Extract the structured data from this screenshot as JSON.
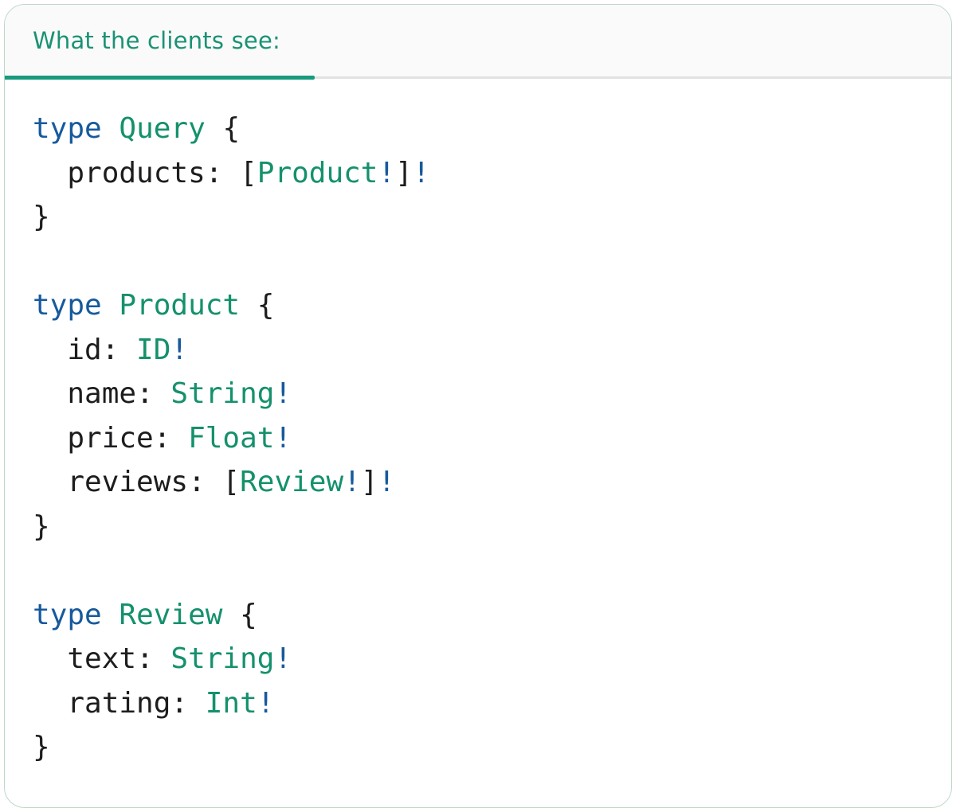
{
  "header": {
    "tab_label": "What the clients see:"
  },
  "theme": {
    "tab_text": "#1a9274",
    "tab_underline": "#189a7c",
    "tab_bar_bg": "#fafafa",
    "divider": "#e2e2e2",
    "card_border": "#bcd9c6",
    "card_bg": "#ffffff",
    "code_keyword": "#175a9c",
    "code_type": "#14916c",
    "code_bang": "#175a9c",
    "code_plain": "#1d1d1f"
  },
  "code": {
    "language": "graphql-sdl",
    "lines": [
      [
        {
          "c": "kw",
          "t": "type"
        },
        {
          "c": "plain",
          "t": " "
        },
        {
          "c": "type",
          "t": "Query"
        },
        {
          "c": "plain",
          "t": " {"
        }
      ],
      [
        {
          "c": "plain",
          "t": "  products: ["
        },
        {
          "c": "type",
          "t": "Product"
        },
        {
          "c": "bang",
          "t": "!"
        },
        {
          "c": "plain",
          "t": "]"
        },
        {
          "c": "bang",
          "t": "!"
        }
      ],
      [
        {
          "c": "plain",
          "t": "}"
        }
      ],
      [],
      [
        {
          "c": "kw",
          "t": "type"
        },
        {
          "c": "plain",
          "t": " "
        },
        {
          "c": "type",
          "t": "Product"
        },
        {
          "c": "plain",
          "t": " {"
        }
      ],
      [
        {
          "c": "plain",
          "t": "  id: "
        },
        {
          "c": "type",
          "t": "ID"
        },
        {
          "c": "bang",
          "t": "!"
        }
      ],
      [
        {
          "c": "plain",
          "t": "  name: "
        },
        {
          "c": "type",
          "t": "String"
        },
        {
          "c": "bang",
          "t": "!"
        }
      ],
      [
        {
          "c": "plain",
          "t": "  price: "
        },
        {
          "c": "type",
          "t": "Float"
        },
        {
          "c": "bang",
          "t": "!"
        }
      ],
      [
        {
          "c": "plain",
          "t": "  reviews: ["
        },
        {
          "c": "type",
          "t": "Review"
        },
        {
          "c": "bang",
          "t": "!"
        },
        {
          "c": "plain",
          "t": "]"
        },
        {
          "c": "bang",
          "t": "!"
        }
      ],
      [
        {
          "c": "plain",
          "t": "}"
        }
      ],
      [],
      [
        {
          "c": "kw",
          "t": "type"
        },
        {
          "c": "plain",
          "t": " "
        },
        {
          "c": "type",
          "t": "Review"
        },
        {
          "c": "plain",
          "t": " {"
        }
      ],
      [
        {
          "c": "plain",
          "t": "  text: "
        },
        {
          "c": "type",
          "t": "String"
        },
        {
          "c": "bang",
          "t": "!"
        }
      ],
      [
        {
          "c": "plain",
          "t": "  rating: "
        },
        {
          "c": "type",
          "t": "Int"
        },
        {
          "c": "bang",
          "t": "!"
        }
      ],
      [
        {
          "c": "plain",
          "t": "}"
        }
      ]
    ]
  }
}
